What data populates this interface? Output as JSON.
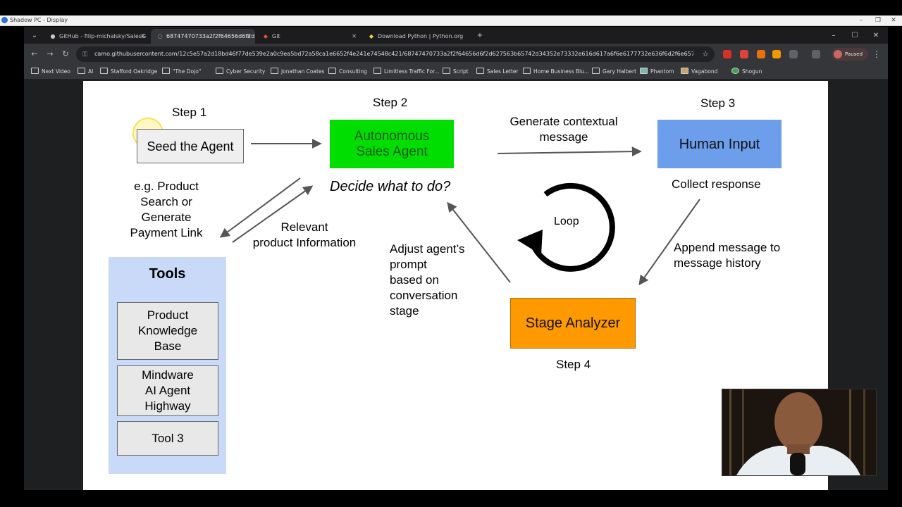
{
  "window": {
    "title": "Shadow PC - Display"
  },
  "tabs": [
    {
      "label": "GitHub - filip-michalsky/SalesG",
      "icon": "github-icon",
      "active": false
    },
    {
      "label": "68747470733a2f2f64656d6f2d",
      "icon": "page-icon",
      "active": true
    },
    {
      "label": "Git",
      "icon": "git-icon",
      "active": false
    },
    {
      "label": "Download Python | Python.org",
      "icon": "python-icon",
      "active": false
    }
  ],
  "address_bar": {
    "url": "camo.githubusercontent.com/12c5e57a2d18bd46f77de539e2a0c9ea5bd72a58ca1e6652f4e241e74548c421/68747470733a2f2f64656d6f2d627563b65742d34352e73332e616d617a6f6e6177732e636f6d2f6e65775f6..."
  },
  "profile": {
    "label": "Paused"
  },
  "bookmarks": [
    "Next Video",
    "AI",
    "Stafford Oakridge",
    "\"The Dojo\"",
    "Cyber Security",
    "Jonathan Coates",
    "Consulting",
    "Limitless Traffic For...",
    "Script",
    "Sales Letter",
    "Home Business Blu...",
    "Gary Halbert",
    "Phantom",
    "Vagabond",
    "Shogun"
  ],
  "diagram": {
    "step1": "Step 1",
    "step2": "Step 2",
    "step3": "Step 3",
    "step4": "Step 4",
    "seed_agent": "Seed the Agent",
    "sales_agent": [
      "Autonomous",
      "Sales Agent"
    ],
    "human_input": "Human Input",
    "stage_analyzer": "Stage Analyzer",
    "decide": "Decide what to do?",
    "generate_msg": [
      "Generate contextual",
      "message"
    ],
    "collect_response": "Collect response",
    "append_msg": [
      "Append message to",
      "message history"
    ],
    "adjust_prompt": [
      "Adjust agent’s",
      "prompt",
      "based on",
      "conversation",
      "stage"
    ],
    "example": [
      "e.g. Product",
      "Search or",
      "Generate",
      "Payment Link"
    ],
    "relevant_info": [
      "Relevant",
      "product Information"
    ],
    "loop": "Loop",
    "tools_title": "Tools",
    "tools": [
      [
        "Product",
        "Knowledge",
        "Base"
      ],
      [
        "Mindware",
        "AI Agent",
        "Highway"
      ],
      [
        "Tool 3"
      ]
    ]
  },
  "colors": {
    "sales_agent": "#00dd00",
    "human_input": "#6d9eeb",
    "stage_analyzer": "#ff9900",
    "tools_panel": "#c9daf8"
  }
}
